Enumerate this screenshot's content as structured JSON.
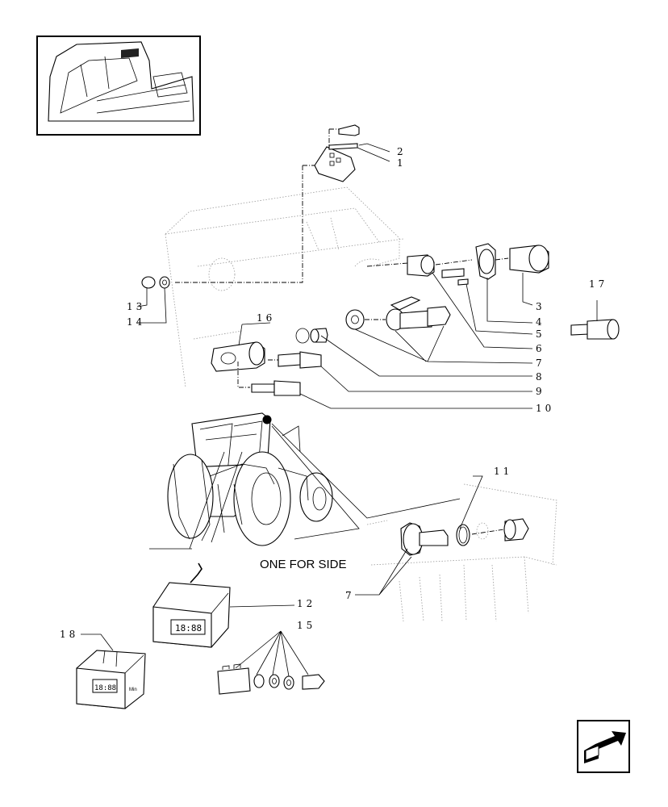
{
  "side_label": "ONE FOR SIDE",
  "callouts": {
    "c1": "1",
    "c2": "2",
    "c3": "3",
    "c4": "4",
    "c5": "5",
    "c6": "6",
    "c7a": "7",
    "c7b": "7",
    "c8": "8",
    "c9": "9",
    "c10": "10",
    "c11": "11",
    "c12": "12",
    "c13": "13",
    "c14": "14",
    "c15": "15",
    "c16": "16",
    "c17": "17",
    "c18": "18"
  },
  "display_readouts": {
    "d12": "18:88",
    "d18": "18:88"
  },
  "display_unit": "Min",
  "icons": [
    "location-thumbnail",
    "next-page-arrow-icon"
  ]
}
